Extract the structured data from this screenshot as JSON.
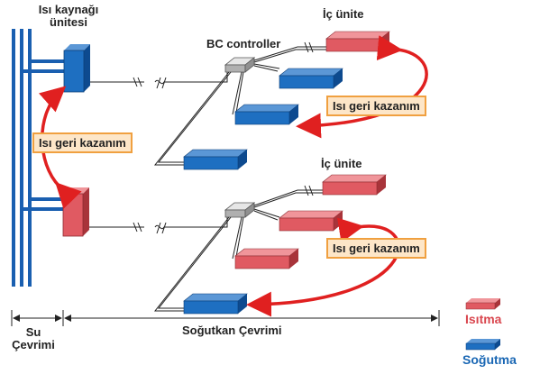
{
  "labels": {
    "heat_source_unit": [
      "Isı kaynağı",
      "ünitesi"
    ],
    "bc_controller": "BC controller",
    "indoor_unit_top": "İç ünite",
    "indoor_unit_bottom": "İç ünite",
    "heat_recovery": "Isı geri kazanım",
    "water_loop": [
      "Su",
      "Çevrimi"
    ],
    "refrigerant_loop": "Soğutkan Çevrimi"
  },
  "legend": {
    "heating": {
      "label": "Isıtma",
      "color": "#d9464e"
    },
    "cooling": {
      "label": "Soğutma",
      "color": "#1a67b4"
    }
  },
  "colors": {
    "heating_unit": "#e05a62",
    "cooling_unit": "#1e6fc1",
    "water_pipe": "#1a5fb0",
    "arrow": "#e02020",
    "box_fill": "#fde6c8",
    "box_border": "#f0a040"
  }
}
